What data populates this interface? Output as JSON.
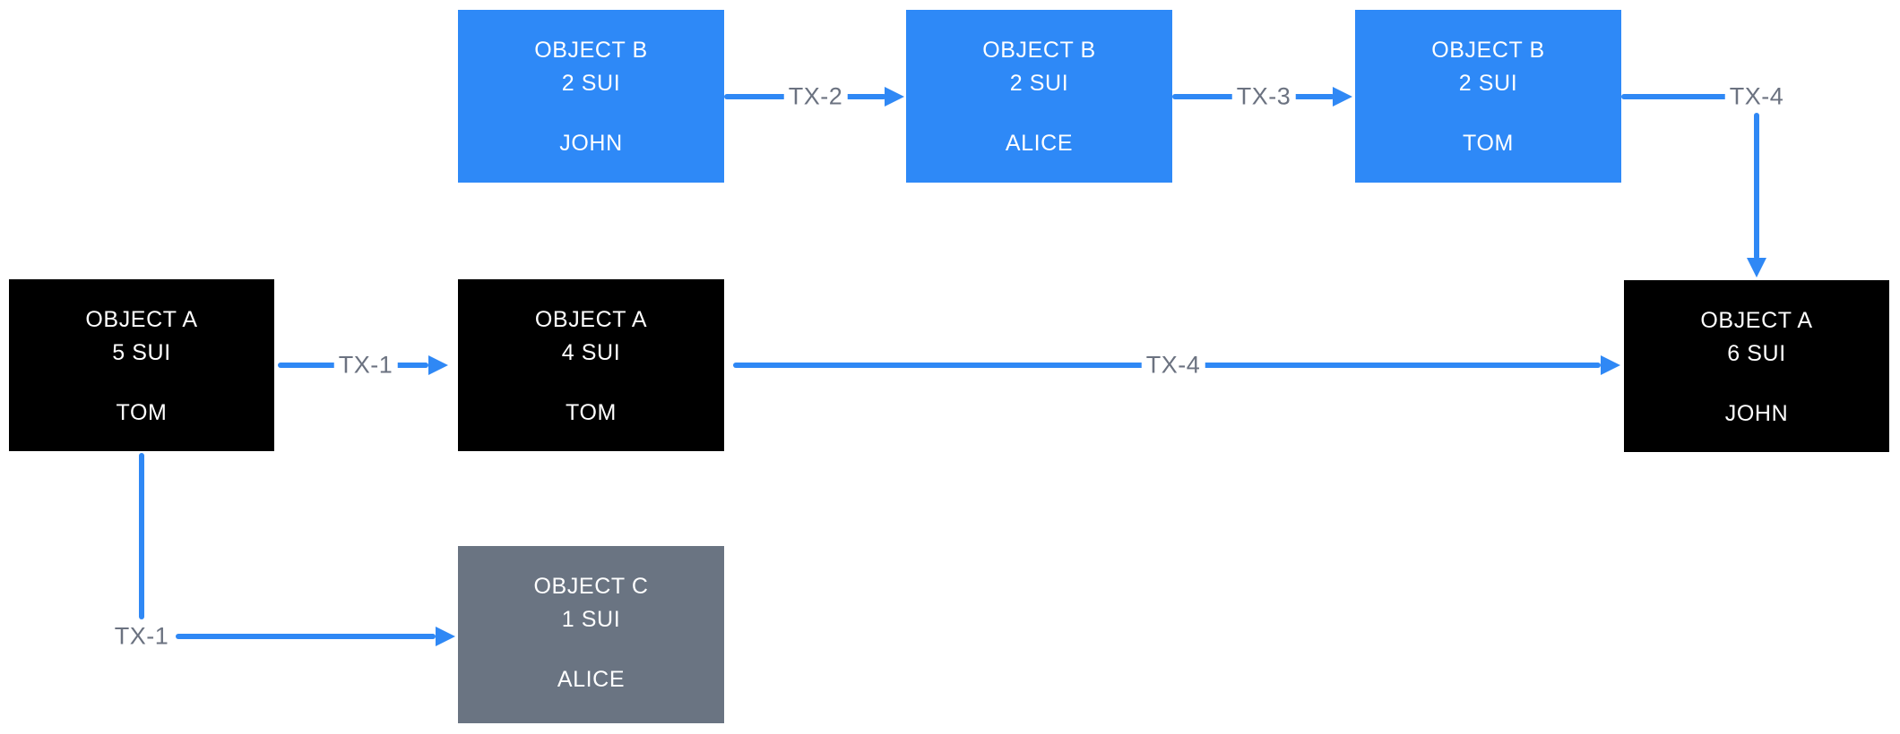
{
  "colors": {
    "box_blue": "#2E89F7",
    "box_black": "#000000",
    "box_gray": "#6A7482",
    "arrow_blue": "#2F88F5",
    "label_gray": "#6B7280",
    "box_text": "#FFFFFF",
    "background": "#FFFFFF"
  },
  "nodes": [
    {
      "id": "object-b-john",
      "title": "OBJECT B",
      "amount": "2 SUI",
      "owner": "JOHN",
      "variant": "blue"
    },
    {
      "id": "object-b-alice",
      "title": "OBJECT B",
      "amount": "2 SUI",
      "owner": "ALICE",
      "variant": "blue"
    },
    {
      "id": "object-b-tom",
      "title": "OBJECT B",
      "amount": "2 SUI",
      "owner": "TOM",
      "variant": "blue"
    },
    {
      "id": "object-a-5-tom",
      "title": "OBJECT A",
      "amount": "5 SUI",
      "owner": "TOM",
      "variant": "black"
    },
    {
      "id": "object-a-4-tom",
      "title": "OBJECT A",
      "amount": "4 SUI",
      "owner": "TOM",
      "variant": "black"
    },
    {
      "id": "object-a-6-john",
      "title": "OBJECT A",
      "amount": "6 SUI",
      "owner": "JOHN",
      "variant": "black"
    },
    {
      "id": "object-c-alice",
      "title": "OBJECT C",
      "amount": "1 SUI",
      "owner": "ALICE",
      "variant": "gray"
    }
  ],
  "edges": [
    {
      "label": "TX-1",
      "from": "object-a-5-tom",
      "to": "object-a-4-tom"
    },
    {
      "label": "TX-2",
      "from": "object-b-john",
      "to": "object-b-alice"
    },
    {
      "label": "TX-3",
      "from": "object-b-alice",
      "to": "object-b-tom"
    },
    {
      "label": "TX-4",
      "from": "object-b-tom",
      "to": "object-a-6-john"
    },
    {
      "label": "TX-4",
      "from": "object-a-4-tom",
      "to": "object-a-6-john"
    },
    {
      "label": "TX-1",
      "from": "object-a-5-tom",
      "to": "object-c-alice"
    }
  ]
}
